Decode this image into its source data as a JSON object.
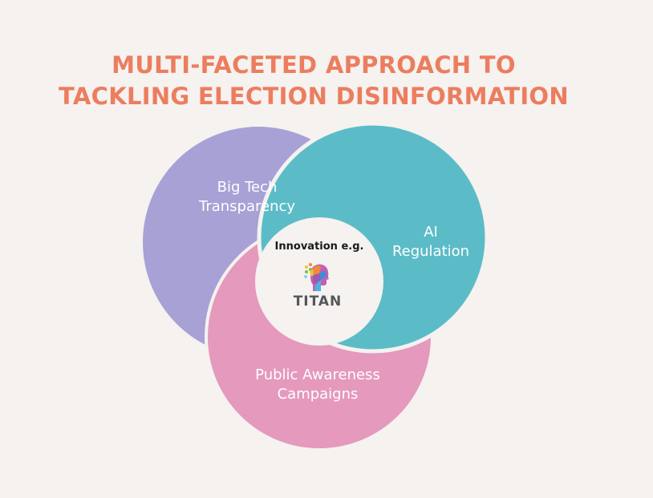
{
  "title": {
    "line1": "MULTI-FACETED APPROACH TO",
    "line2": "TACKLING ELECTION DISINFORMATION"
  },
  "circles": [
    {
      "id": "big-tech",
      "line1": "Big Tech",
      "line2": "Transparency",
      "color": "#a8a1d6"
    },
    {
      "id": "ai-regulation",
      "line1": "AI",
      "line2": "Regulation",
      "color": "#5bbcc8"
    },
    {
      "id": "public-awareness",
      "line1": "Public Awareness",
      "line2": "Campaigns",
      "color": "#e499bd"
    }
  ],
  "center": {
    "label": "Innovation e.g.",
    "logo_text": "TITAN",
    "logo_icon": "head-profile-icon"
  },
  "colors": {
    "title": "#ec7d5f",
    "background": "#f5f2ef",
    "center_fill": "#f5f2ef",
    "outline": "#f5f2ef"
  }
}
